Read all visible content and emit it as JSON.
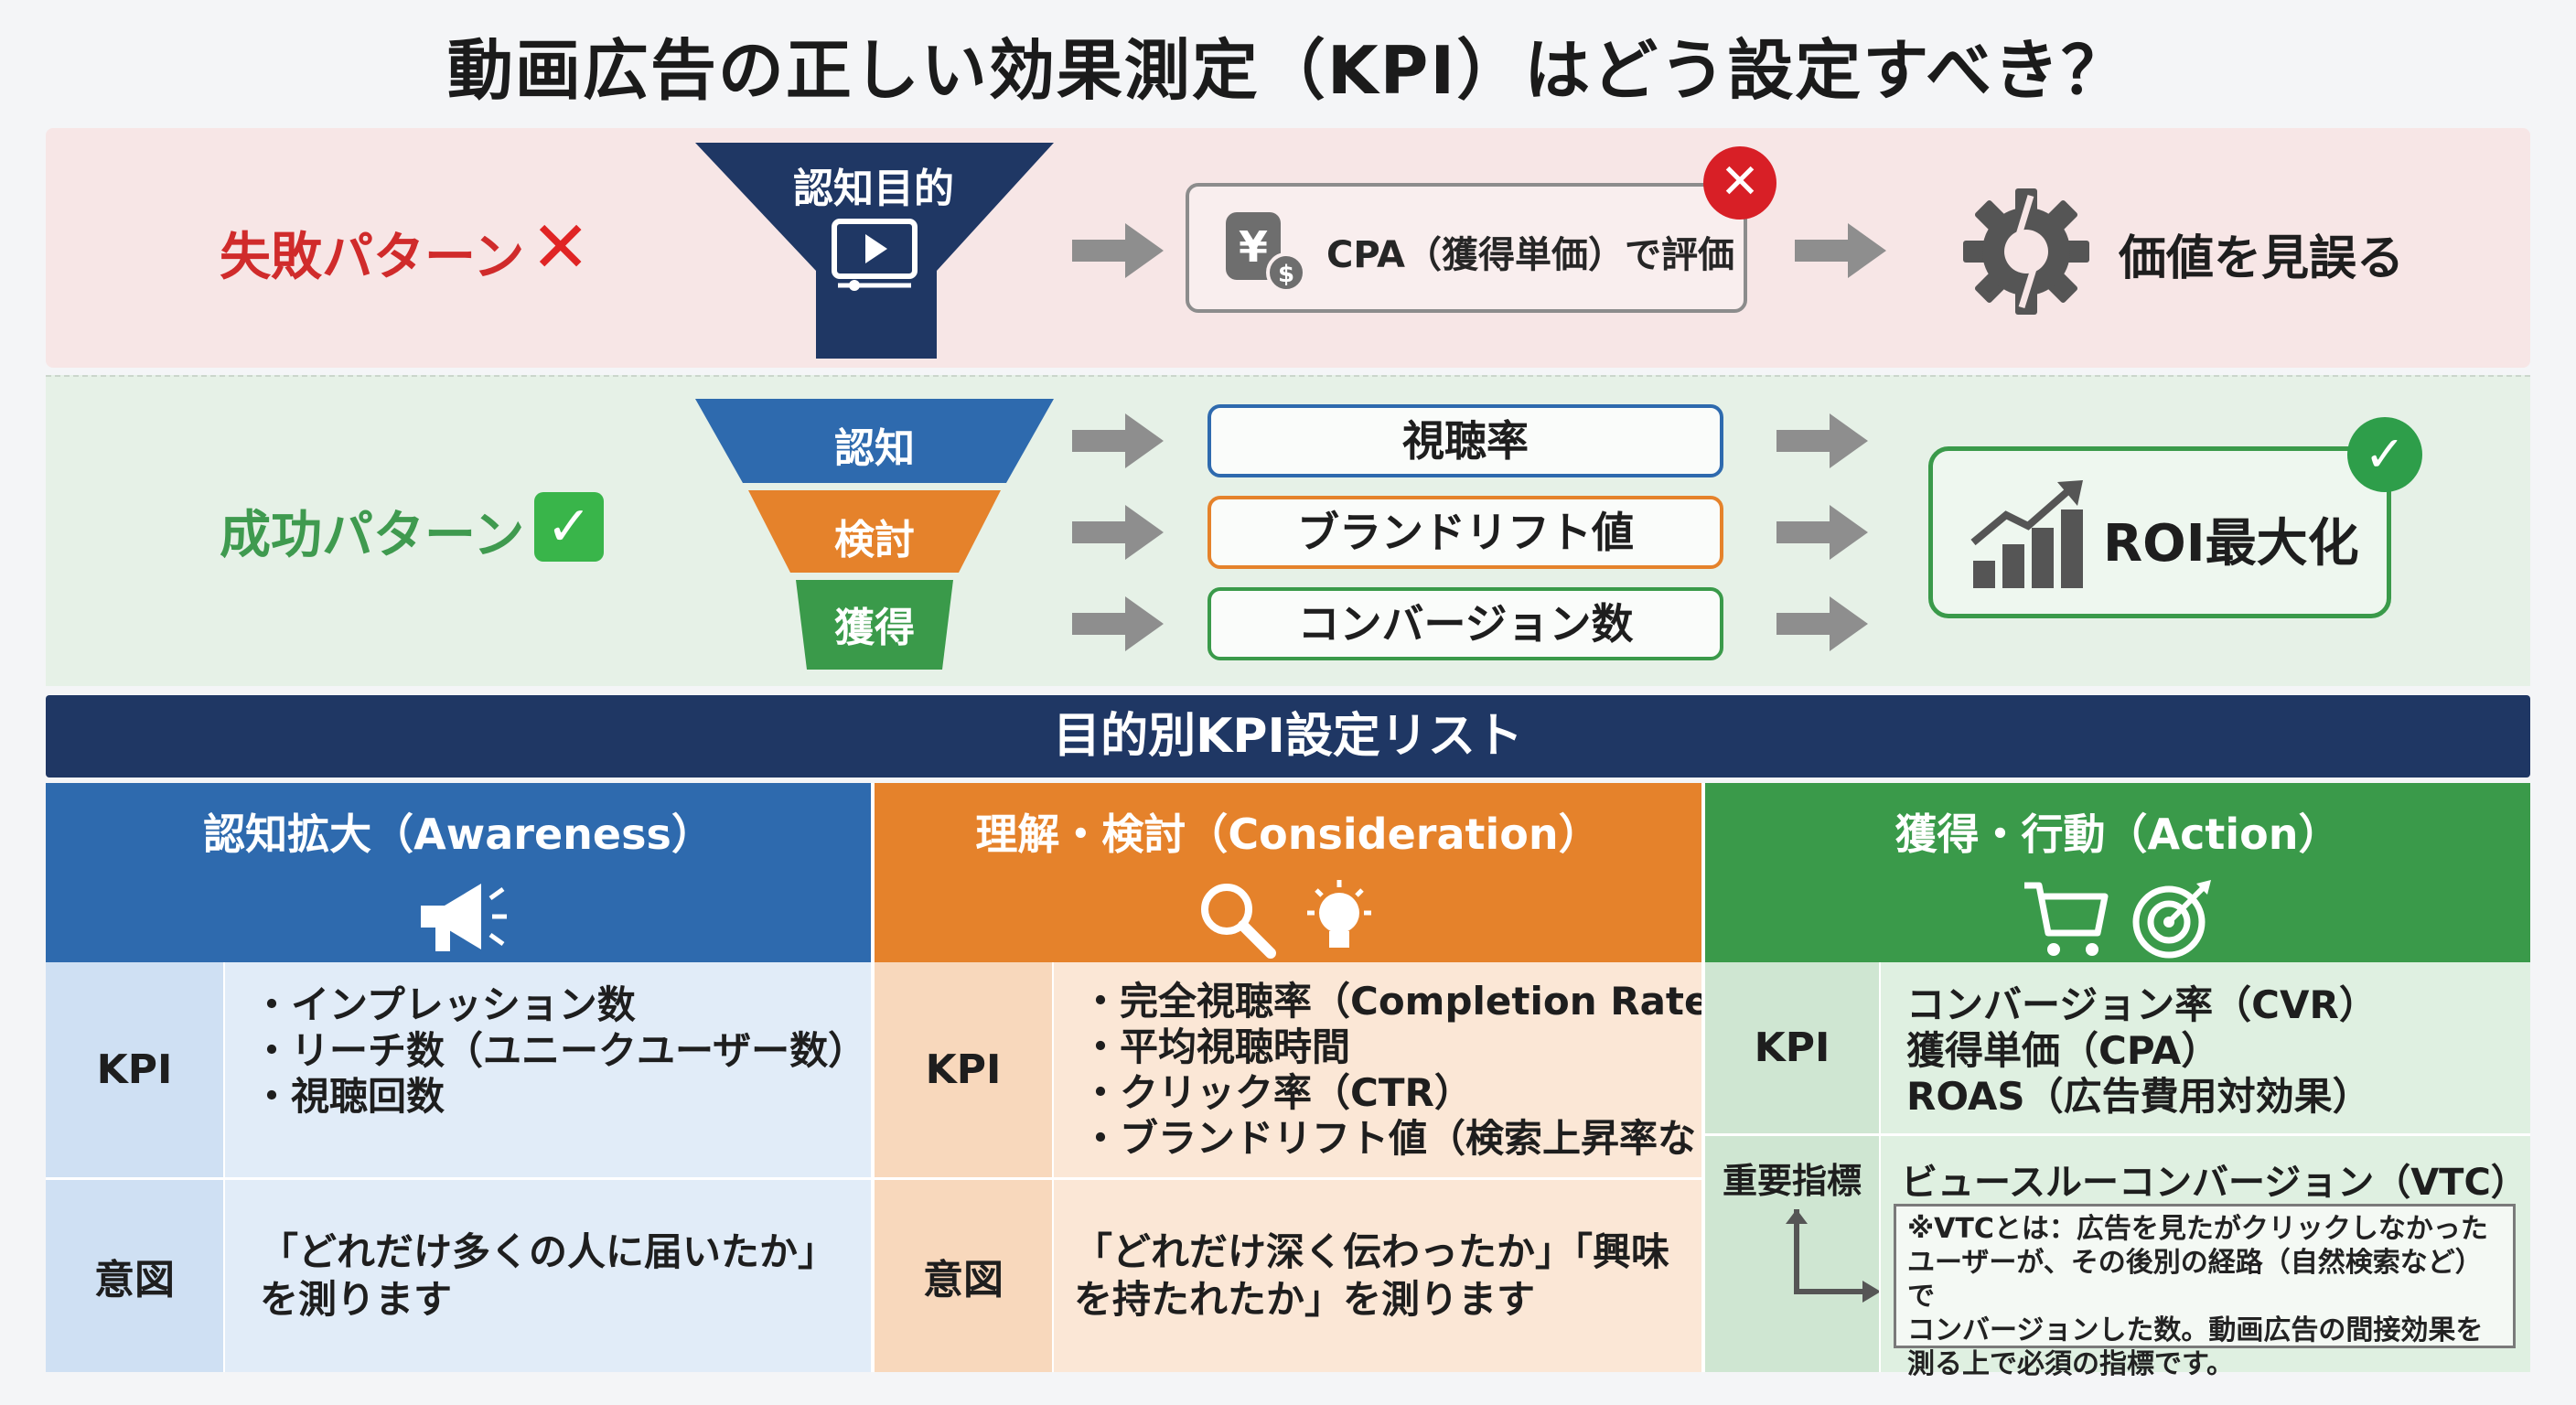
{
  "title": "動画広告の正しい効果測定（KPI）はどう設定すべき？",
  "fail": {
    "label": "失敗パターン",
    "mark": "✕",
    "funnel_label": "認知目的",
    "evaluation": "CPA（獲得単価）で評価",
    "badge": "✕",
    "result": "価値を見誤る",
    "icons": [
      "video-player-icon",
      "yen-coin-icon",
      "broken-gear-icon"
    ]
  },
  "success": {
    "label": "成功パターン",
    "mark": "✓",
    "funnel_stages": [
      "認知",
      "検討",
      "獲得"
    ],
    "kpis": [
      "視聴率",
      "ブランドリフト値",
      "コンバージョン数"
    ],
    "result": "ROI最大化",
    "badge": "✓",
    "icons": [
      "growth-chart-icon"
    ]
  },
  "list": {
    "header": "目的別KPI設定リスト",
    "columns": [
      {
        "title": "認知拡大（Awareness）",
        "icons": [
          "megaphone-icon"
        ],
        "kpi_label": "KPI",
        "kpis": [
          "・インプレッション数",
          "・リーチ数（ユニークユーザー数）",
          "・視聴回数"
        ],
        "intent_label": "意図",
        "intent": [
          "「どれだけ多くの人に届いたか」",
          "を測ります"
        ]
      },
      {
        "title": "理解・検討（Consideration）",
        "icons": [
          "magnifier-icon",
          "lightbulb-icon"
        ],
        "kpi_label": "KPI",
        "kpis": [
          "・完全視聴率（Completion Rate）",
          "・平均視聴時間",
          "・クリック率（CTR）",
          "・ブランドリフト値（検索上昇率など）"
        ],
        "intent_label": "意図",
        "intent": [
          "「どれだけ深く伝わったか」「興味",
          "を持たれたか」を測ります"
        ]
      },
      {
        "title": "獲得・行動（Action）",
        "icons": [
          "cart-icon",
          "target-icon"
        ],
        "kpi_label": "KPI",
        "kpis": [
          "コンバージョン率（CVR）",
          "獲得単価（CPA）",
          "ROAS（広告費用対効果）"
        ],
        "key_label": "重要指標",
        "key_metric": "ビュースルーコンバージョン（VTC）",
        "note": [
          "※VTCとは：広告を見たがクリックしなかった",
          "ユーザーが、その後別の経路（自然検索など）で",
          "コンバージョンした数。動画広告の間接効果を",
          "測る上で必須の指標です。"
        ]
      }
    ]
  },
  "colors": {
    "navy": "#1f3764",
    "blue": "#2e6aae",
    "orange": "#e5822b",
    "green": "#3a9a4a",
    "red": "#d81f26"
  }
}
